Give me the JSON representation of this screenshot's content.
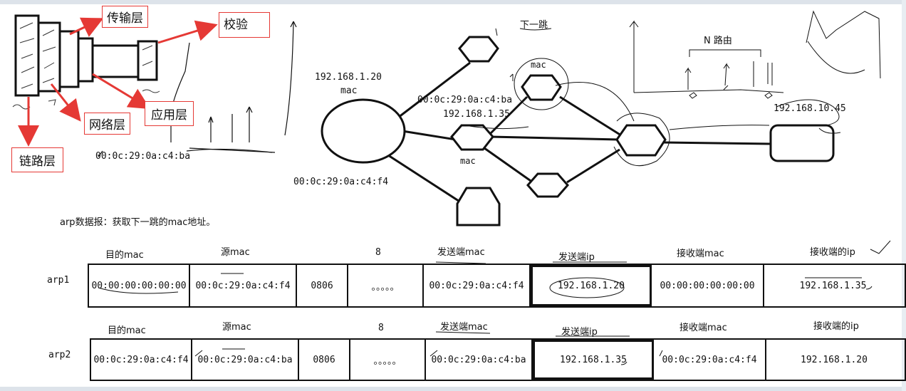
{
  "layer_labels": {
    "transport": "传输层",
    "check": "校验",
    "network": "网络层",
    "application": "应用层",
    "link": "链路层"
  },
  "left_mac": "00:0c:29:0a:c4:ba",
  "network_diagram": {
    "next_hop": "下一跳",
    "n_routes": "N 路由",
    "mac_top": "mac",
    "host_ip": "192.168.1.20",
    "host_mac_label": "mac",
    "host_mac": "00:0c:29:0a:c4:f4",
    "router_mac": "00:0c:29:0a:c4:ba",
    "router_ip": "192.168.1.35",
    "router_mac_label": "mac",
    "dest_ip": "192.168.10.45"
  },
  "arp_note": "arp数据报：获取下一跳的mac地址。",
  "headers": {
    "dest_mac": "目的mac",
    "src_mac": "源mac",
    "eight": "8",
    "sender_mac": "发送端mac",
    "sender_ip": "发送端ip",
    "recv_mac": "接收端mac",
    "recv_ip": "接收端的ip"
  },
  "arp1": {
    "label": "arp1",
    "cells": [
      "00:00:00:00:00:00",
      "00:0c:29:0a:c4:f4",
      "0806",
      "。。。。。",
      "00:0c:29:0a:c4:f4",
      "192.168.1.20",
      "00:00:00:00:00:00",
      "192.168.1.35"
    ]
  },
  "arp2": {
    "label": "arp2",
    "cells": [
      "00:0c:29:0a:c4:f4",
      "00:0c:29:0a:c4:ba",
      "0806",
      "。。。。。",
      "00:0c:29:0a:c4:ba",
      "192.168.1.35",
      "00:0c:29:0a:c4:f4",
      "192.168.1.20"
    ]
  }
}
